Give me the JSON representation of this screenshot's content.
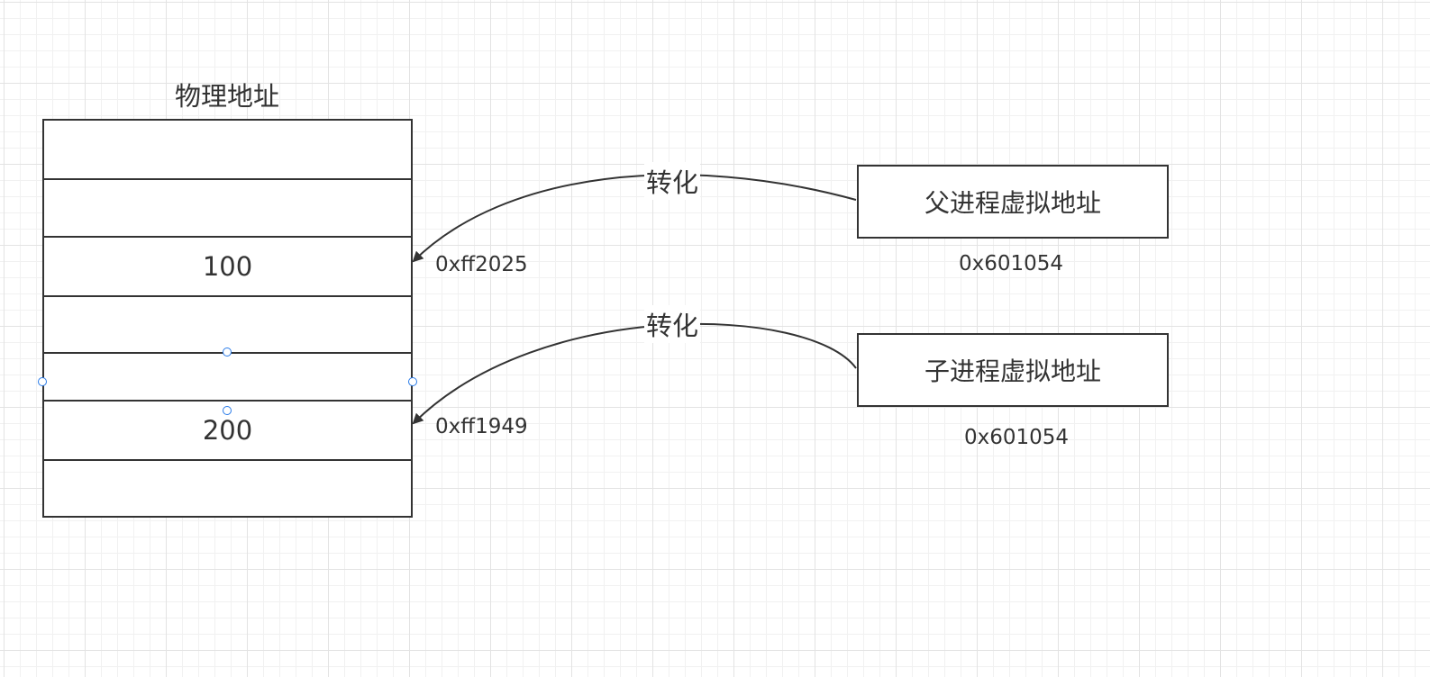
{
  "physical": {
    "title": "物理地址",
    "cells": [
      "",
      "",
      "100",
      "",
      "",
      "200",
      ""
    ]
  },
  "parent": {
    "box_label": "父进程虚拟地址",
    "virtual_addr": "0x601054",
    "physical_addr": "0xff2025",
    "edge_label": "转化"
  },
  "child": {
    "box_label": "子进程虚拟地址",
    "virtual_addr": "0x601054",
    "physical_addr": "0xff1949",
    "edge_label": "转化"
  },
  "colors": {
    "stroke": "#333333",
    "selection_handle": "#2b7ce9",
    "grid_major": "#e3e3e3",
    "grid_minor": "#f1f1f1"
  }
}
